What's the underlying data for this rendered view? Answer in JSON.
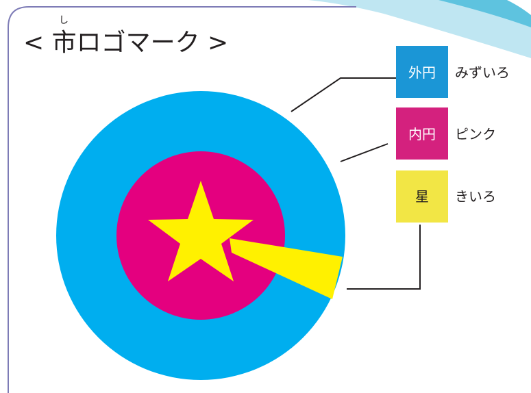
{
  "title": {
    "ruby": "し",
    "text": "< 市ロゴマーク >"
  },
  "logo": {
    "outer_color": "#00aeef",
    "inner_color": "#e4007f",
    "star_color": "#fff100"
  },
  "legend": [
    {
      "box_label": "外円",
      "description": "みずいろ",
      "box_color": "#1b96d6"
    },
    {
      "box_label": "内円",
      "description": "ピンク",
      "box_color": "#d4217e"
    },
    {
      "box_label": "星",
      "description": "きいろ",
      "box_color": "#f2e645"
    }
  ],
  "decoration_colors": {
    "frame": "#7d7bb6",
    "banner_light": "#bfe6f2",
    "banner_dark": "#5ec3df"
  }
}
